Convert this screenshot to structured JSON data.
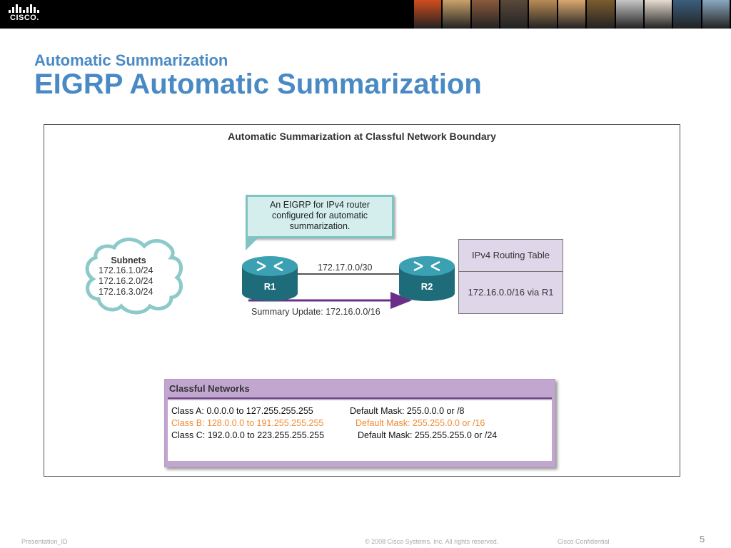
{
  "header": {
    "logo_text": "CISCO.",
    "photo_tints": [
      "#d04d1e",
      "#c9a26a",
      "#8a5a3c",
      "#5a4a3a",
      "#b88b55",
      "#d9a870",
      "#7c5c2e",
      "#c6c6c6",
      "#e6dcd0",
      "#3a5f7e",
      "#8aa8c0"
    ]
  },
  "slide": {
    "subtitle": "Automatic Summarization",
    "title": "EIGRP Automatic Summarization"
  },
  "diagram": {
    "title": "Automatic Summarization at Classful Network Boundary",
    "callout_lines": [
      "An EIGRP for IPv4 router",
      "configured for automatic",
      "summarization."
    ],
    "cloud": {
      "heading": "Subnets",
      "subnets": [
        "172.16.1.0/24",
        "172.16.2.0/24",
        "172.16.3.0/24"
      ]
    },
    "router1_label": "R1",
    "router2_label": "R2",
    "link_label": "172.17.0.0/30",
    "update_label": "Summary Update: 172.16.0.0/16",
    "routing_table": {
      "header": "IPv4 Routing Table",
      "entry": "172.16.0.0/16 via R1"
    }
  },
  "classful": {
    "title": "Classful Networks",
    "rows": [
      {
        "range": "Class A: 0.0.0.0 to 127.255.255.255",
        "mask": "Default Mask: 255.0.0.0 or /8",
        "color": "#111111"
      },
      {
        "range": "Class B: 128.0.0.0 to 191.255.255.255",
        "mask": "Default Mask: 255.255.0.0 or /16",
        "color": "#f08a33"
      },
      {
        "range": "Class C: 192.0.0.0 to 223.255.255.255",
        "mask": "Default Mask: 255.255.255.0 or /24",
        "color": "#111111"
      }
    ]
  },
  "footer": {
    "presentation_id": "Presentation_ID",
    "copyright": "© 2008 Cisco Systems, Inc. All rights reserved.",
    "confidential": "Cisco Confidential",
    "page_number": "5"
  },
  "colors": {
    "title_blue": "#4a8ac4",
    "router_teal": "#2a7b8c",
    "update_arrow": "#6b2f8a",
    "cloud_stroke": "#8cc9c9"
  }
}
